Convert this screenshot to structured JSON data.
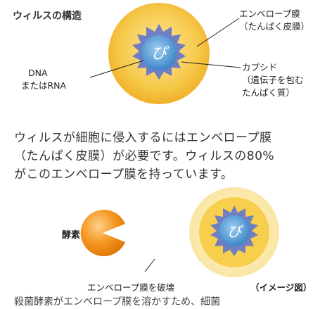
{
  "title": "ウィルスの構造",
  "labels": {
    "envelope_line1": "エンベロープ膜",
    "envelope_line2": "（たんぱく皮膜）",
    "capsid_line1": "カプシド",
    "capsid_line2": "（遺伝子を包む",
    "capsid_line3": "たんぱく質）",
    "dna_line1": "DNA",
    "dna_line2": "またはRNA",
    "virus_core": "ぴ"
  },
  "body_text": {
    "line1": "ウィルスが細胞に侵入するにはエンベロープ膜",
    "line2": "（たんぱく皮膜）が必要です。ウィルスの80%",
    "line3": "がこのエンベロープ膜を持っています。"
  },
  "enzyme_label": "酵素",
  "envelope_break_label": "エンベロープ膜を破壊",
  "image_note": "（イメージ図）",
  "bottom_text": "殺菌酵素がエンベロープ膜を溶かすため、細菌",
  "colors": {
    "envelope_outer": "#f6c94a",
    "envelope_inner": "#f2b428",
    "capsid": "#6f7fc2",
    "core": "#5fa2d8",
    "enzyme": "#f4961e",
    "pale_envelope": "#fae9a8"
  }
}
